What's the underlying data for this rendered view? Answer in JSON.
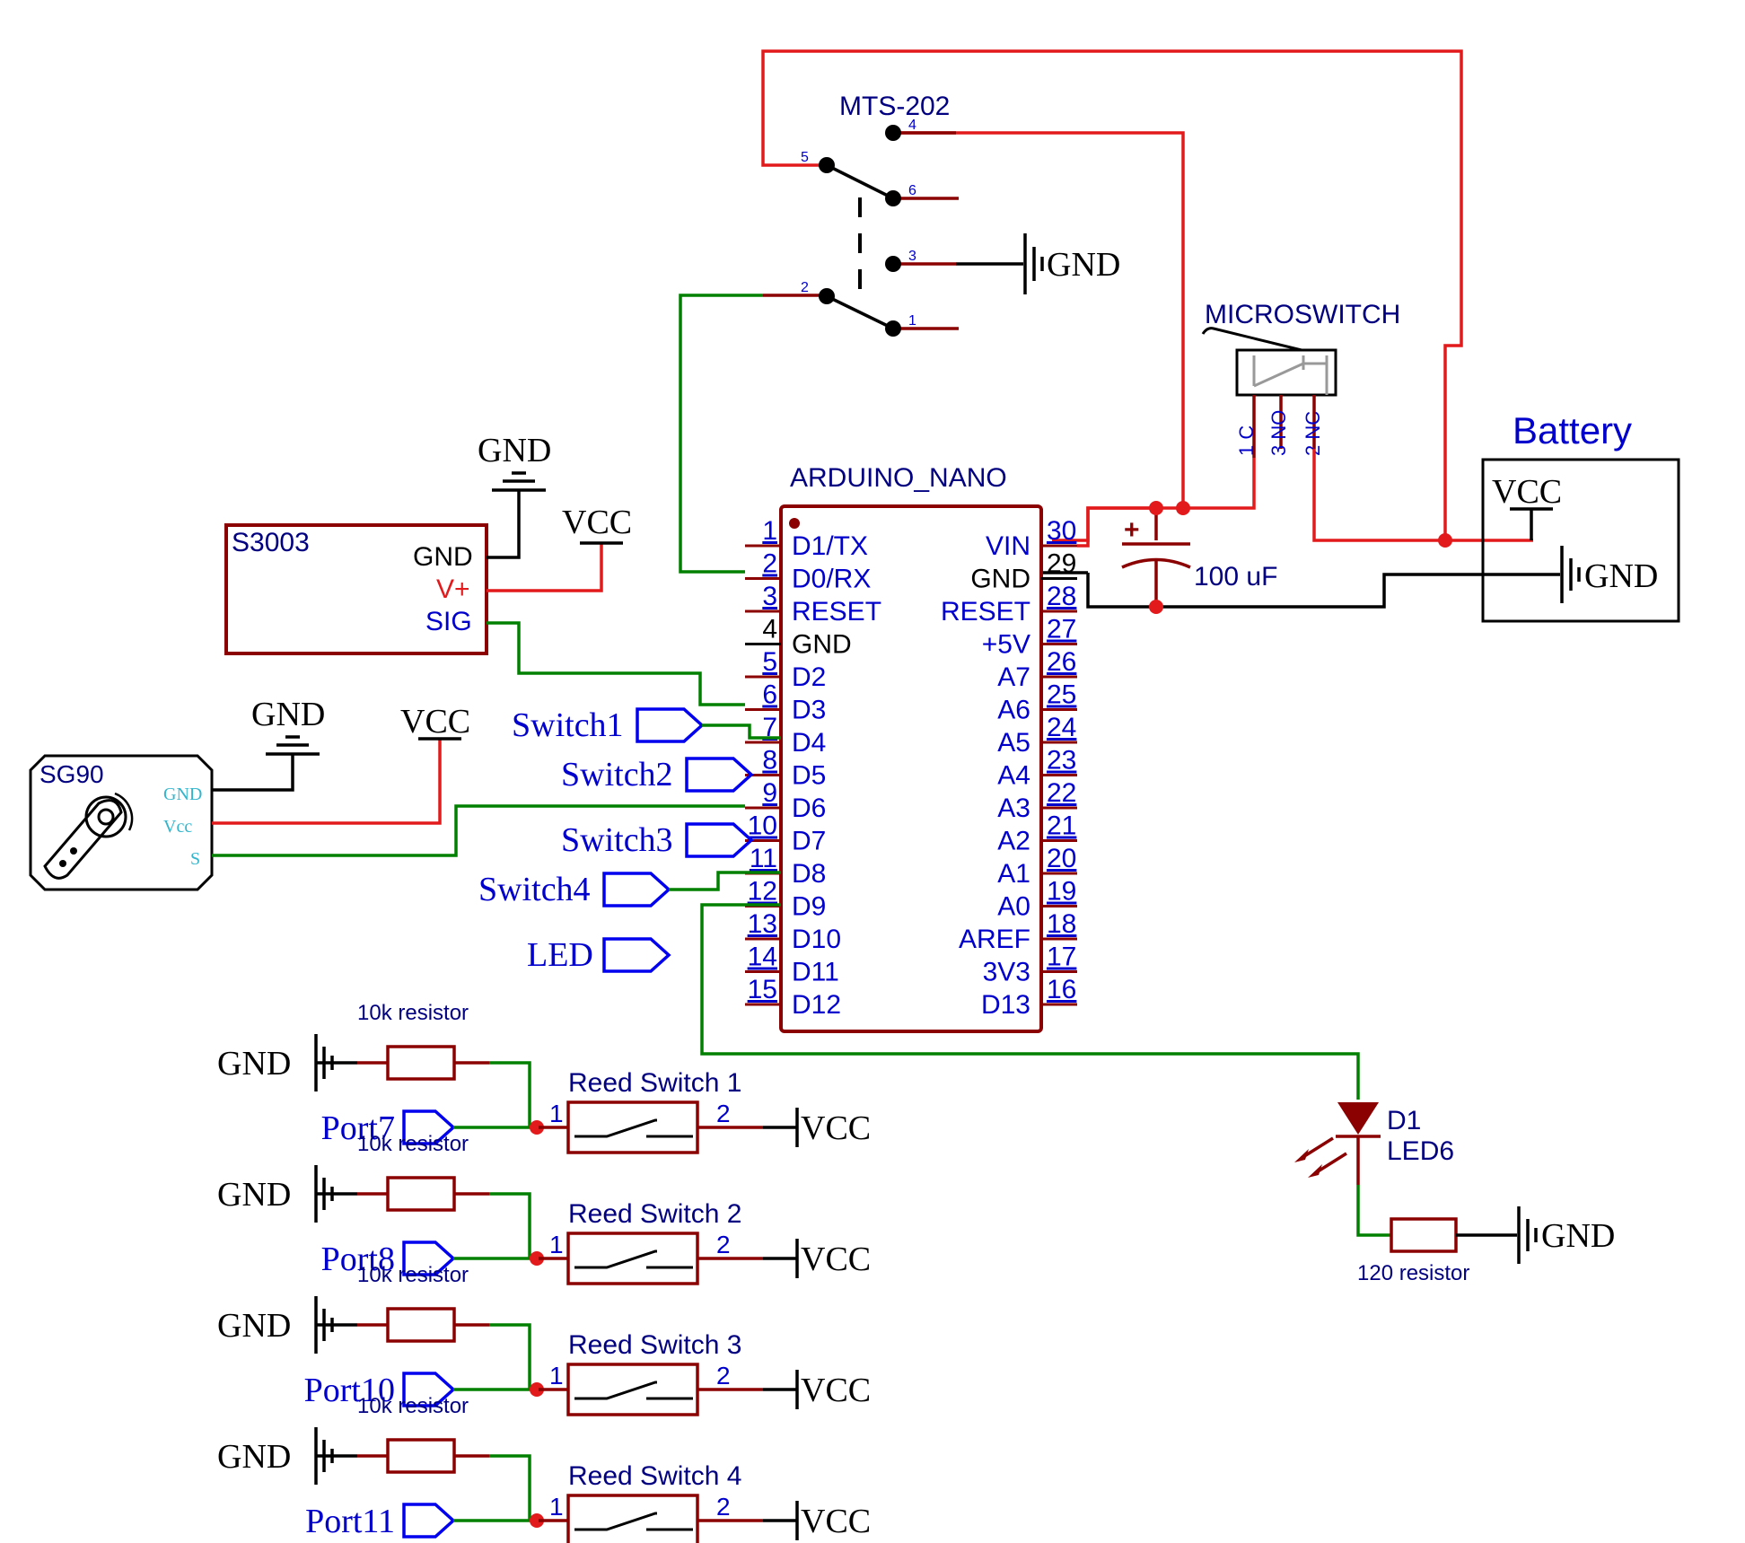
{
  "colors": {
    "wire_power": "#e31a1c",
    "wire_signal": "#008000",
    "wire_ground": "#000000",
    "component_outline": "#8b0000",
    "label_blue": "#0000cc",
    "pin_label_cyan": "#33b5cc"
  },
  "switch_mts": {
    "name": "MTS-202",
    "pins": [
      "4",
      "5",
      "6",
      "3",
      "2",
      "1"
    ],
    "gnd_label": "GND"
  },
  "microswitch": {
    "name": "MICROSWITCH",
    "pins": [
      "1 C",
      "3 NO",
      "2 NC"
    ]
  },
  "battery": {
    "name": "Battery",
    "vcc_label": "VCC",
    "gnd_label": "GND"
  },
  "capacitor": {
    "value": "100 uF",
    "polarity": "+"
  },
  "arduino": {
    "name": "ARDUINO_NANO",
    "left_pins": [
      {
        "num": "1",
        "label": "D1/TX"
      },
      {
        "num": "2",
        "label": "D0/RX"
      },
      {
        "num": "3",
        "label": "RESET"
      },
      {
        "num": "4",
        "label": "GND"
      },
      {
        "num": "5",
        "label": "D2"
      },
      {
        "num": "6",
        "label": "D3"
      },
      {
        "num": "7",
        "label": "D4"
      },
      {
        "num": "8",
        "label": "D5"
      },
      {
        "num": "9",
        "label": "D6"
      },
      {
        "num": "10",
        "label": "D7"
      },
      {
        "num": "11",
        "label": "D8"
      },
      {
        "num": "12",
        "label": "D9"
      },
      {
        "num": "13",
        "label": "D10"
      },
      {
        "num": "14",
        "label": "D11"
      },
      {
        "num": "15",
        "label": "D12"
      }
    ],
    "right_pins": [
      {
        "num": "30",
        "label": "VIN"
      },
      {
        "num": "29",
        "label": "GND"
      },
      {
        "num": "28",
        "label": "RESET"
      },
      {
        "num": "27",
        "label": "+5V"
      },
      {
        "num": "26",
        "label": "A7"
      },
      {
        "num": "25",
        "label": "A6"
      },
      {
        "num": "24",
        "label": "A5"
      },
      {
        "num": "23",
        "label": "A4"
      },
      {
        "num": "22",
        "label": "A3"
      },
      {
        "num": "21",
        "label": "A2"
      },
      {
        "num": "20",
        "label": "A1"
      },
      {
        "num": "19",
        "label": "A0"
      },
      {
        "num": "18",
        "label": "AREF"
      },
      {
        "num": "17",
        "label": "3V3"
      },
      {
        "num": "16",
        "label": "D13"
      }
    ]
  },
  "s3003": {
    "name": "S3003",
    "pins": [
      "GND",
      "V+",
      "SIG"
    ],
    "gnd_label": "GND",
    "vcc_label": "VCC"
  },
  "sg90": {
    "name": "SG90",
    "pins": [
      "GND",
      "Vcc",
      "S"
    ],
    "gnd_label": "GND",
    "vcc_label": "VCC"
  },
  "net_ports": [
    "Switch1",
    "Switch2",
    "Switch3",
    "Switch4",
    "LED"
  ],
  "reed_blocks": [
    {
      "resistor": "10k resistor",
      "switch": "Reed Switch 1",
      "port": "Port7",
      "gnd": "GND",
      "vcc": "VCC",
      "pin1": "1",
      "pin2": "2"
    },
    {
      "resistor": "10k resistor",
      "switch": "Reed Switch 2",
      "port": "Port8",
      "gnd": "GND",
      "vcc": "VCC",
      "pin1": "1",
      "pin2": "2"
    },
    {
      "resistor": "10k resistor",
      "switch": "Reed Switch 3",
      "port": "Port10",
      "gnd": "GND",
      "vcc": "VCC",
      "pin1": "1",
      "pin2": "2"
    },
    {
      "resistor": "10k resistor",
      "switch": "Reed Switch 4",
      "port": "Port11",
      "gnd": "GND",
      "vcc": "VCC",
      "pin1": "1",
      "pin2": "2"
    }
  ],
  "led": {
    "ref": "D1",
    "name": "LED6",
    "resistor": "120 resistor",
    "gnd_label": "GND"
  }
}
